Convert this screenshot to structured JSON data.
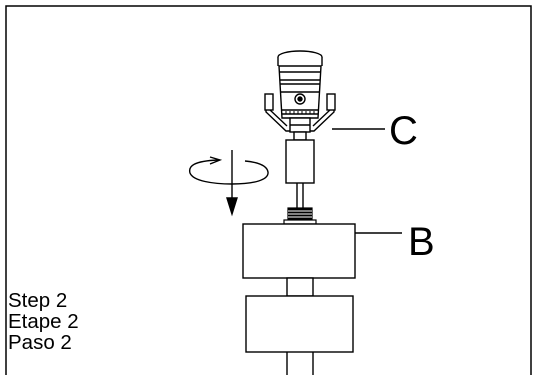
{
  "step_labels": [
    "Step 2",
    "Etape 2",
    "Paso 2"
  ],
  "callouts": {
    "c": "C",
    "b": "B"
  }
}
